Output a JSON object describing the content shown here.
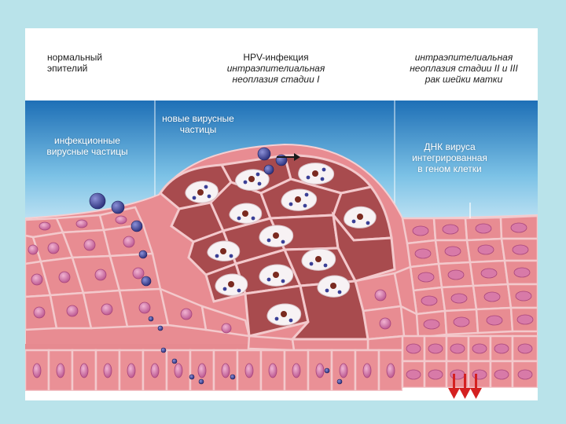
{
  "header": {
    "normal_epithelium": [
      "нормальный",
      "эпителий"
    ],
    "stage1": [
      "HPV-инфекция",
      "интраэпителиальная",
      "неоплазия стадии I"
    ],
    "stage2": [
      "интраэпителиальная",
      "неоплазия стадии II и III",
      "рак шейки матки"
    ]
  },
  "annotations": {
    "infectious_particles": [
      "инфекционные",
      "вирусные частицы"
    ],
    "new_particles": [
      "новые вирусные",
      "частицы"
    ],
    "viral_dna": [
      "ДНК вируса",
      "интегрированная",
      "в геном клетки"
    ]
  },
  "colors": {
    "background": "#b9e3ea",
    "medium_top": "#1e6fb6",
    "cell_fill": "#e88c92",
    "cell_border": "#f3c9cc",
    "nucleus": "#c06896",
    "infected_cell": "#a84b4e",
    "virus": "#3a3f96",
    "arrow": "#d42020"
  }
}
